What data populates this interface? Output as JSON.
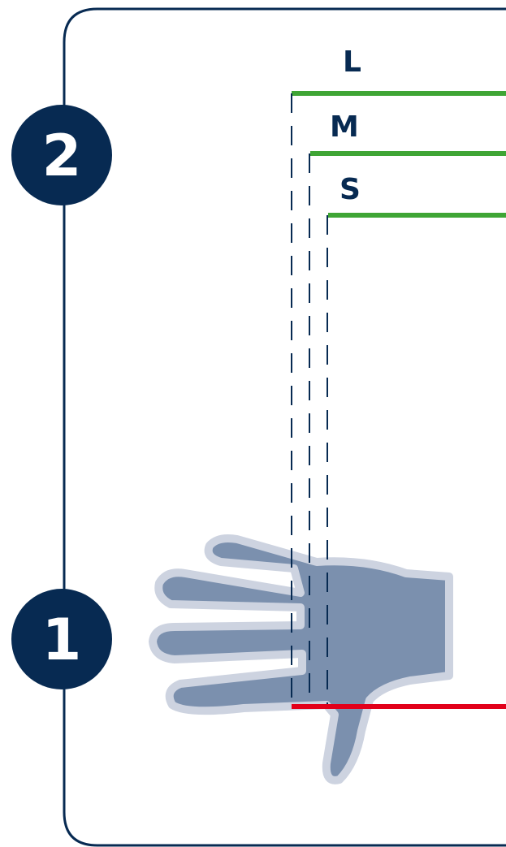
{
  "steps": [
    "2",
    "1"
  ],
  "sizes": [
    "L",
    "M",
    "S"
  ],
  "colors": {
    "frame": "#072a52",
    "badge": "#072a52",
    "size_line": "#3fa535",
    "base_line": "#e2001a",
    "dash_line": "#072a52",
    "hand_fill": "#7b90ae",
    "hand_outline": "#cdd3e0"
  },
  "icons": {
    "hand": "hand-icon"
  }
}
